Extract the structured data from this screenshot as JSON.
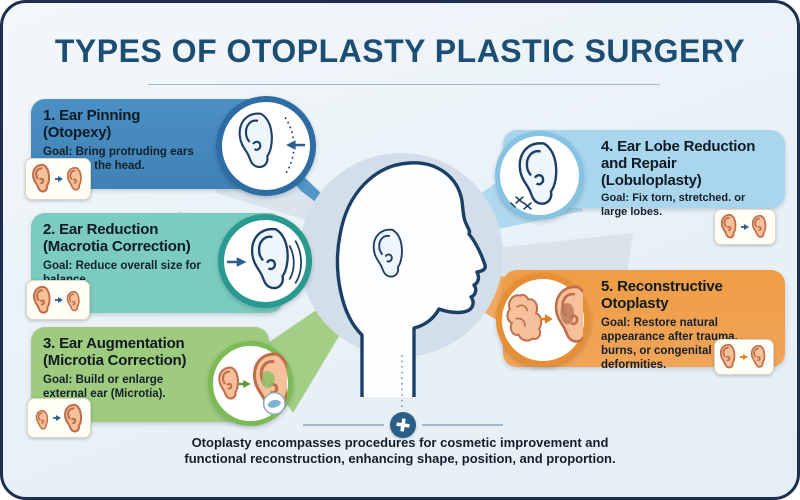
{
  "title": "TYPES OF OTOPLASTY PLASTIC SURGERY",
  "sections": [
    {
      "heading": "1. Ear Pinning (Otopexy)",
      "goal_label": "Goal:",
      "goal": "Bring protruding ears closer to the head.",
      "color": "#4b90c5",
      "ring": "#2e6da3",
      "icon": "pinned-ear-with-dotted-guide-icon",
      "thumb_icon": "before-after-ears-icon"
    },
    {
      "heading": "2. Ear Reduction (Macrotia Correction)",
      "goal_label": "Goal:",
      "goal": "Reduce overall size for balance.",
      "color": "#7bcbc0",
      "ring": "#2a9a8e",
      "icon": "ear-with-inward-arrow-icon",
      "thumb_icon": "before-after-ears-icon"
    },
    {
      "heading": "3. Ear Augmentation (Microtia Correction)",
      "goal_label": "Goal:",
      "goal": "Build or enlarge external ear (Microtia).",
      "color": "#9ecb7e",
      "ring": "#7db954",
      "icon": "small-to-large-ear-with-implant-icon",
      "thumb_icon": "before-after-ears-icon"
    },
    {
      "heading": "4. Ear Lobe Reduction and Repair (Lobuloplasty)",
      "goal_label": "Goal:",
      "goal": "Fix torn, stretched. or large lobes.",
      "color": "#a9d6ec",
      "ring": "#85c3e2",
      "icon": "ear-with-lobe-stitches-icon",
      "thumb_icon": "before-after-ears-icon"
    },
    {
      "heading": "5. Reconstructive Otoplasty",
      "goal_label": "Goal:",
      "goal": "Restore natural appearance after trauma, burns, or congenital deformities.",
      "color": "#f1a458",
      "ring": "#e78f35",
      "icon": "deformed-to-normal-ear-icon",
      "thumb_icon": "before-after-ears-icon"
    }
  ],
  "center_art": {
    "icon": "head-profile-with-ear-icon"
  },
  "footer": {
    "badge_icon": "medical-cross-icon",
    "line1": "Otoplasty encompasses procedures for cosmetic improvement and",
    "line2": "functional reconstruction, enhancing shape, position, and proportion."
  },
  "colors": {
    "background": "#e9f1f7",
    "frame_border": "#1d2e4e",
    "title": "#1c4e74",
    "divider": "#a4b9c7",
    "text_dark": "#13202c",
    "cross_badge": "#2a5f8a",
    "head_outline": "#1d3f66",
    "head_halo": "#d2dee9",
    "skin": "#f5c09a",
    "skin_stroke": "#bf6e4a"
  }
}
